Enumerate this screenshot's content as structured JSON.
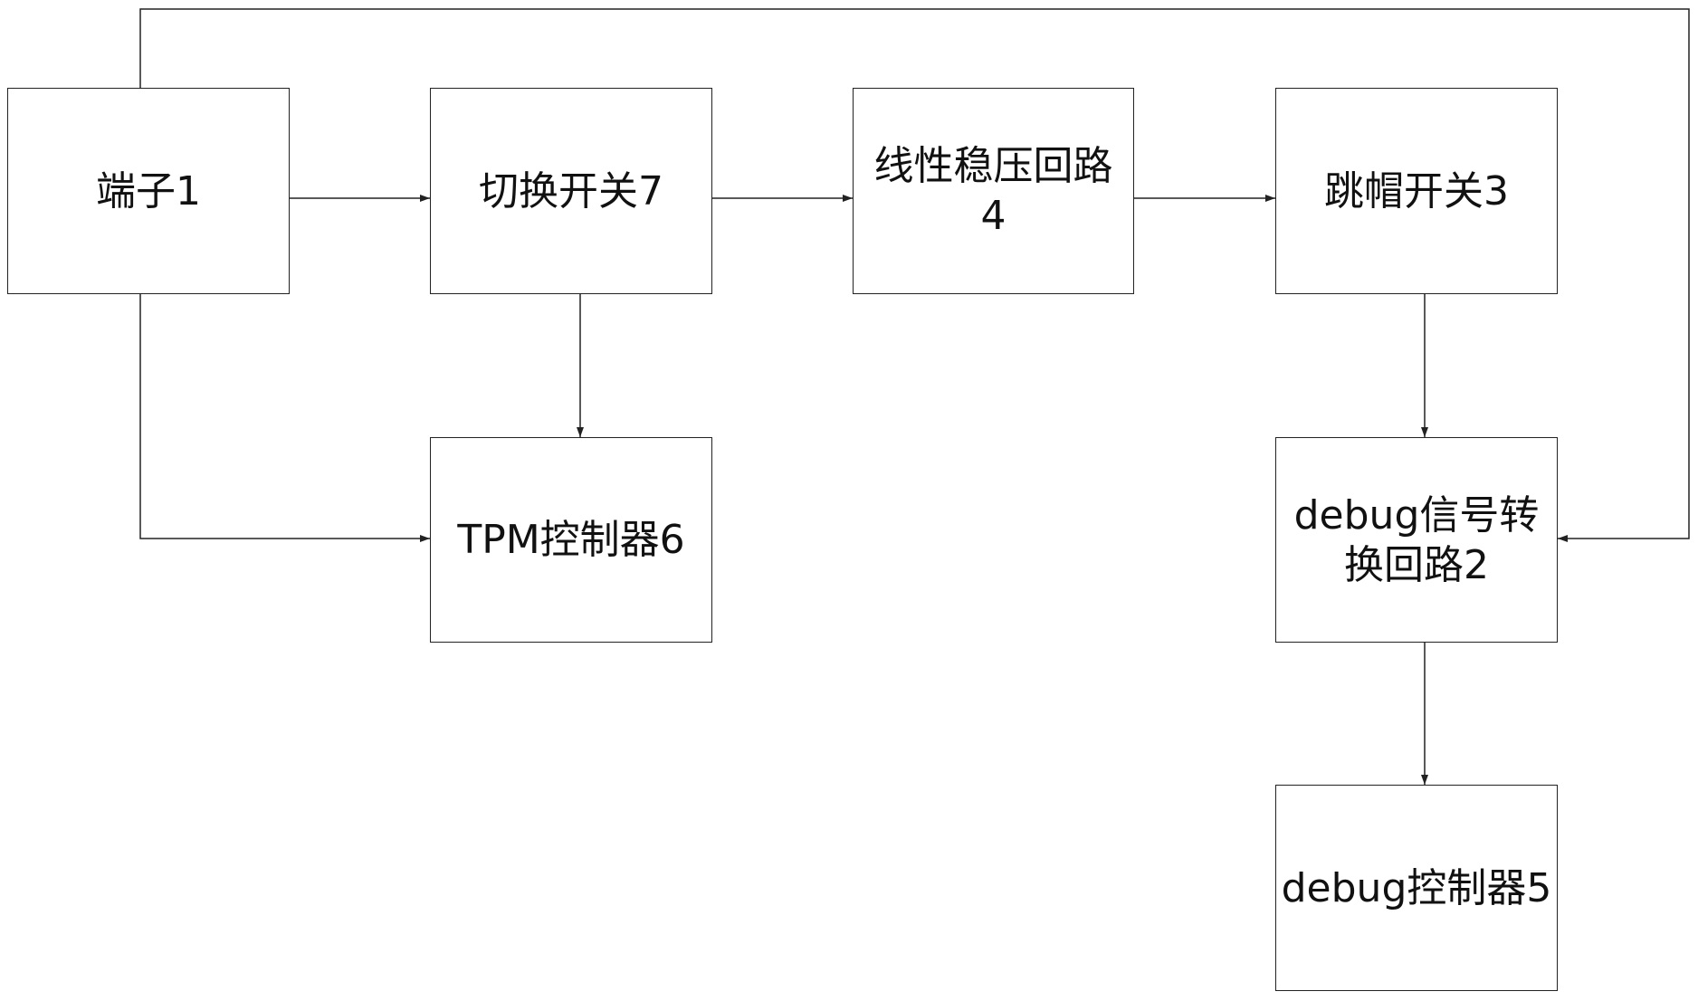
{
  "diagram": {
    "nodes": {
      "terminal": {
        "lines": [
          "端子1"
        ]
      },
      "switch": {
        "lines": [
          "切换开关7"
        ]
      },
      "regulator": {
        "lines": [
          "线性稳压回路",
          "4"
        ]
      },
      "jumper": {
        "lines": [
          "跳帽开关3"
        ]
      },
      "tpm": {
        "lines": [
          "TPM控制器6"
        ]
      },
      "debug_conv": {
        "lines": [
          "debug信号转",
          "换回路2"
        ]
      },
      "debug_ctrl": {
        "lines": [
          "debug控制器5"
        ]
      }
    },
    "edges": [
      {
        "from": "terminal",
        "to": "switch"
      },
      {
        "from": "switch",
        "to": "regulator"
      },
      {
        "from": "regulator",
        "to": "jumper"
      },
      {
        "from": "switch",
        "to": "tpm"
      },
      {
        "from": "terminal",
        "to": "tpm"
      },
      {
        "from": "jumper",
        "to": "debug_conv"
      },
      {
        "from": "terminal",
        "to": "debug_conv"
      },
      {
        "from": "debug_conv",
        "to": "debug_ctrl"
      }
    ],
    "colors": {
      "line": "#222222",
      "text": "#111111"
    }
  }
}
